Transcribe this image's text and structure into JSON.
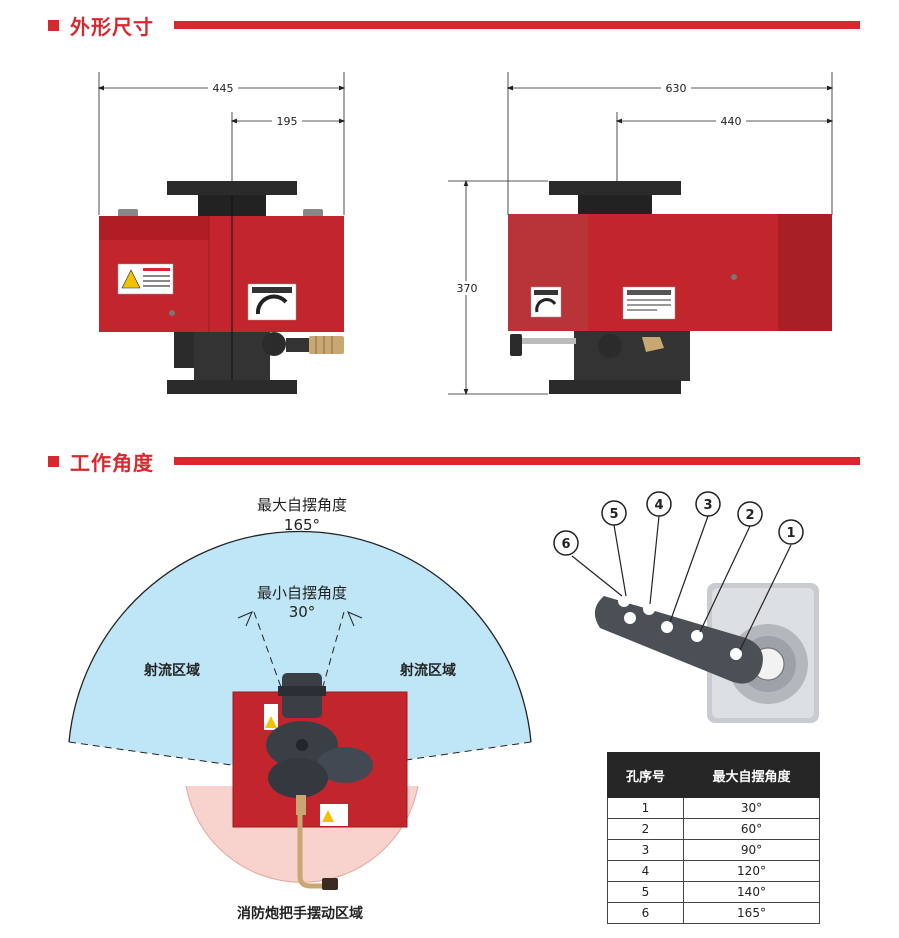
{
  "sections": {
    "dimensions_title": "外形尺寸",
    "angle_title": "工作角度"
  },
  "dims": {
    "front_width": "445",
    "front_offset": "195",
    "side_width": "630",
    "side_offset": "440",
    "height": "370"
  },
  "angles": {
    "max_title": "最大自摆角度",
    "max_value": "165°",
    "min_title": "最小自摆角度",
    "min_value": "30°",
    "jet_zone_left": "射流区域",
    "jet_zone_right": "射流区域",
    "handle_zone": "消防炮把手摆动区域"
  },
  "holes": {
    "labels": [
      "1",
      "2",
      "3",
      "4",
      "5",
      "6"
    ]
  },
  "table": {
    "headers": [
      "孔序号",
      "最大自摆角度"
    ],
    "rows": [
      {
        "hole": "1",
        "angle": "30°"
      },
      {
        "hole": "2",
        "angle": "60°"
      },
      {
        "hole": "3",
        "angle": "90°"
      },
      {
        "hole": "4",
        "angle": "120°"
      },
      {
        "hole": "5",
        "angle": "140°"
      },
      {
        "hole": "6",
        "angle": "165°"
      }
    ]
  },
  "colors": {
    "accent": "#d7282e",
    "body_red": "#c2252c",
    "jet_zone": "#bfe6f7",
    "handle_zone": "#f8d2cc",
    "dark": "#2b2b2b"
  }
}
